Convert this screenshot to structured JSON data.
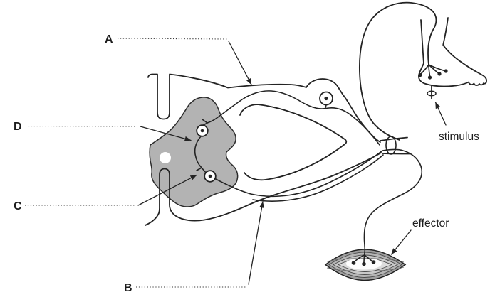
{
  "diagram": {
    "description": "Reflex arc diagram: spinal cord cross-section with sensory, relay and motor neurones, a pin stimulus at the sole of a foot, and a muscle effector",
    "labels": {
      "A": "A",
      "B": "B",
      "C": "C",
      "D": "D"
    },
    "annotations": {
      "stimulus": "stimulus",
      "effector": "effector"
    },
    "colors": {
      "line": "#232323",
      "gray_matter": "#b3b3b3",
      "background": "#ffffff",
      "muscle_outer": "#9e9e9e",
      "muscle_mid": "#c9c9c9",
      "muscle_light": "#dcdcdc"
    },
    "parts": [
      "spinal-cord-outline",
      "dorsal-median-sulcus",
      "ventral-median-fissure",
      "grey-matter",
      "central-canal",
      "white-matter-inner-boundary",
      "sensory-neuron-fibre",
      "dorsal-root-ganglion",
      "sensory-cell-body",
      "relay-neuron-cell-body",
      "relay-neuron-fibre",
      "motor-neuron-cell-body",
      "motor-neuron-fibre",
      "spinal-nerve-ring",
      "nerve-loop",
      "leg-and-foot",
      "receptor-endings",
      "pin-stimulus",
      "effector-muscle",
      "motor-end-plates"
    ]
  }
}
